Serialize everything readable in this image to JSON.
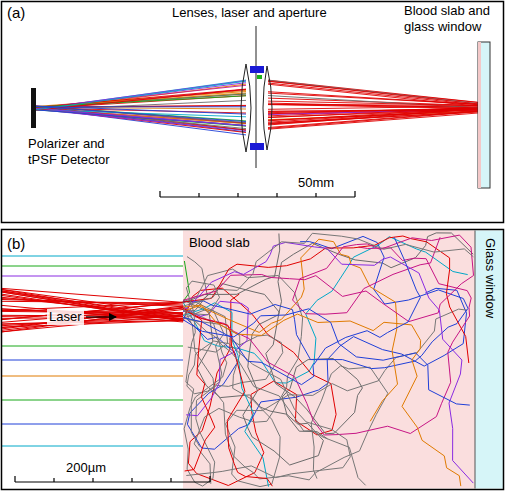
{
  "diagram": {
    "nodes": [
      {
        "text": [
          "Blood slab"
        ]
      },
      {
        "text": [
          "Glass window"
        ]
      }
    ],
    "labels": [
      "(a)",
      "Lenses, laser and aperture",
      "Blood slab and glass window",
      "Polarizer and tPSF Detector",
      "50mm",
      "(b)",
      "Laser",
      "200µm"
    ]
  }
}
